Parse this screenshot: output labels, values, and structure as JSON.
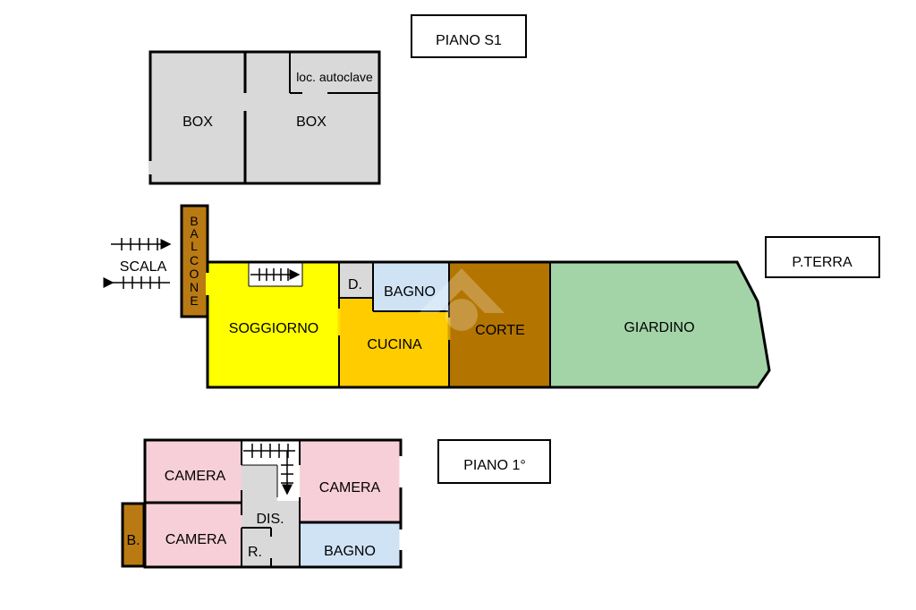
{
  "floors": {
    "basement": {
      "label": "PIANO S1"
    },
    "ground": {
      "label": "P.TERRA"
    },
    "first": {
      "label": "PIANO 1°"
    }
  },
  "rooms": {
    "box_left": "BOX",
    "box_right": "BOX",
    "autoclave": "loc. autoclave",
    "balcone": [
      "B",
      "A",
      "L",
      "C",
      "O",
      "N",
      "E"
    ],
    "scala": "SCALA",
    "soggiorno": "SOGGIORNO",
    "disimpegno_ground": "D.",
    "bagno_ground": "BAGNO",
    "cucina": "CUCINA",
    "corte": "CORTE",
    "giardino": "GIARDINO",
    "camera_top_left": "CAMERA",
    "camera_bottom_left": "CAMERA",
    "camera_right": "CAMERA",
    "dis": "DIS.",
    "ripostiglio": "R.",
    "bagno_first": "BAGNO",
    "balcone_first": "B."
  },
  "colors": {
    "grey_room": "#d9d9d9",
    "balcony_brown": "#b97a14",
    "corte_brown": "#b37400",
    "soggiorno_yellow": "#ffff00",
    "cucina_yellow": "#ffcc00",
    "bagno_blue": "#cfe3f5",
    "giardino_green": "#a3d4a8",
    "camera_pink": "#f7cfd8",
    "wall": "#000000"
  }
}
